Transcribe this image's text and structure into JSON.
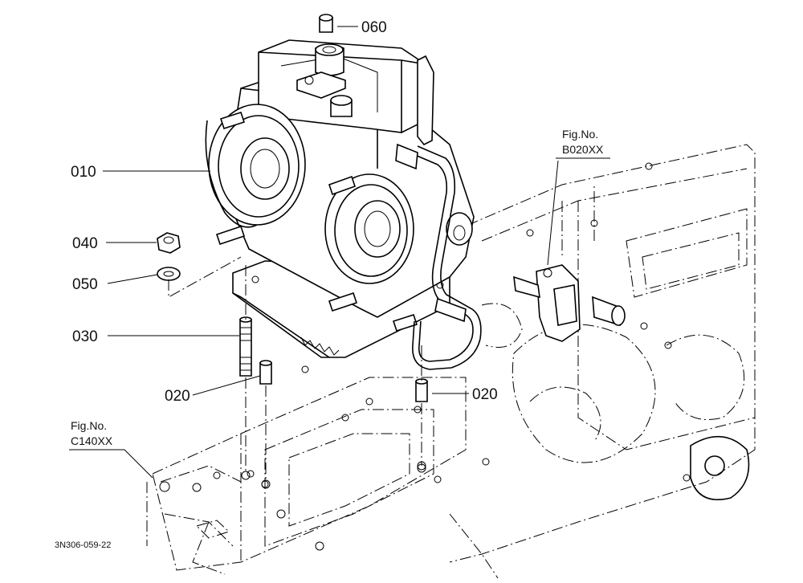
{
  "callouts": {
    "p060": "060",
    "p010": "010",
    "p040": "040",
    "p050": "050",
    "p030": "030",
    "p020_left": "020",
    "p020_right": "020"
  },
  "fig_refs": {
    "b020": {
      "line1": "Fig.No.",
      "line2": "B020XX"
    },
    "c140": {
      "line1": "Fig.No.",
      "line2": "C140XX"
    }
  },
  "drawing_code": "3N306-059-22",
  "colors": {
    "ink": "#000000",
    "paper": "#ffffff"
  }
}
